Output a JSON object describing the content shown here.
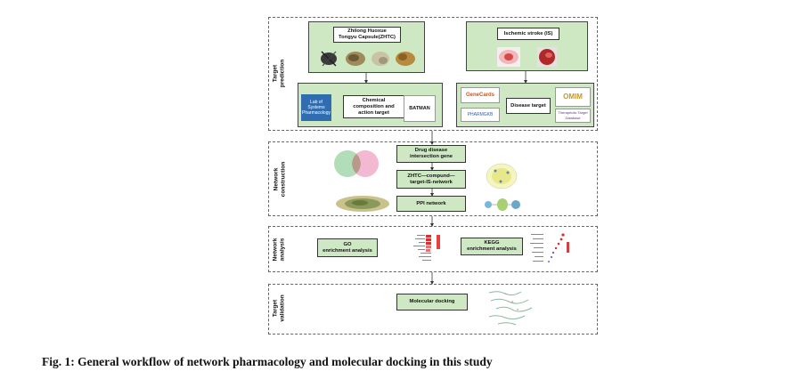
{
  "sections": {
    "target_prediction": {
      "label_line1": "Target",
      "label_line2": "prediction"
    },
    "network_construction": {
      "label_line1": "Network",
      "label_line2": "construction"
    },
    "network_analysis": {
      "label_line1": "Network",
      "label_line2": "analysis"
    },
    "target_validation": {
      "label_line1": "Target",
      "label_line2": "validation"
    }
  },
  "prediction": {
    "drug_line1": "Zhilong Huoxue",
    "drug_line2": "Tongyu Capsule(ZHTC)",
    "disease": "Ischemic stroke (IS)",
    "chem_line1": "Chemical",
    "chem_line2": "composition and",
    "chem_line3": "action target",
    "disease_target": "Disease target",
    "logos": {
      "lsp_line1": "Lab of Systems",
      "lsp_line2": "Pharmacology",
      "batman": "BATMAN",
      "genecards": "GeneCards",
      "omim": "OMIM",
      "pharmgkb": "PHARMGKB",
      "ttd": "Therapeutic Target Database"
    }
  },
  "construction": {
    "intersection_line1": "Drug disease",
    "intersection_line2": "intersection gene",
    "network_line1": "ZHTC—compund—",
    "network_line2": "target-IS-network",
    "ppi": "PPI network"
  },
  "analysis": {
    "go_line1": "GO",
    "go_line2": "enrichment analysis",
    "kegg_line1": "KEGG",
    "kegg_line2": "enrichment analysis"
  },
  "validation": {
    "docking": "Molecular docking"
  },
  "caption": "Fig. 1: General workflow of network pharmacology and molecular docking in this study",
  "colors": {
    "box_fill": "#cfe8c4",
    "border": "#444444"
  }
}
